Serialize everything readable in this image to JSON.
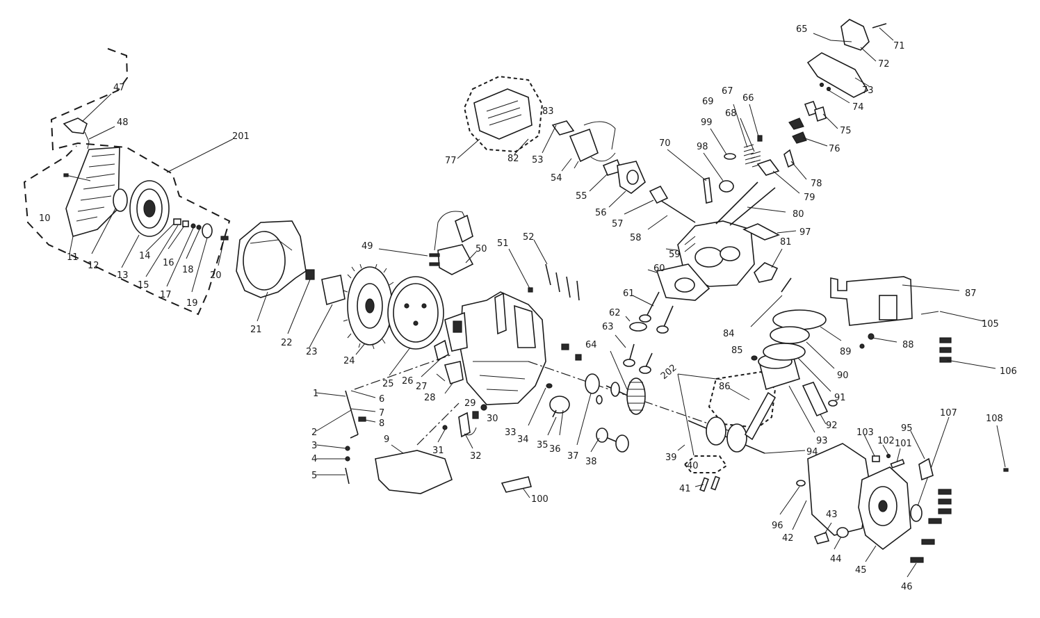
{
  "labels": [
    "1",
    "2",
    "3",
    "4",
    "5",
    "6",
    "7",
    "8",
    "9",
    "10",
    "11",
    "12",
    "13",
    "14",
    "15",
    "16",
    "17",
    "18",
    "19",
    "20",
    "21",
    "22",
    "23",
    "24",
    "25",
    "26",
    "27",
    "28",
    "29",
    "30",
    "31",
    "32",
    "33",
    "34",
    "35",
    "36",
    "37",
    "38",
    "39",
    "40",
    "41",
    "42",
    "43",
    "44",
    "45",
    "46",
    "47",
    "48",
    "49",
    "50",
    "51",
    "52",
    "53",
    "54",
    "55",
    "56",
    "57",
    "58",
    "59",
    "60",
    "61",
    "62",
    "63",
    "64",
    "65",
    "66",
    "67",
    "68",
    "69",
    "70",
    "71",
    "72",
    "73",
    "74",
    "75",
    "76",
    "77",
    "78",
    "79",
    "80",
    "81",
    "82",
    "83",
    "84",
    "85",
    "86",
    "87",
    "88",
    "89",
    "90",
    "91",
    "92",
    "93",
    "94",
    "95",
    "96",
    "97",
    "98",
    "99",
    "100",
    "101",
    "102",
    "103",
    "105",
    "106",
    "107",
    "108",
    "201",
    "202"
  ]
}
